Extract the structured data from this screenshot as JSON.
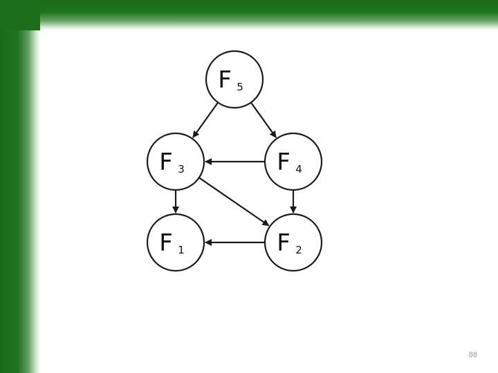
{
  "slide": {
    "page_number": "88",
    "frame_color": "#1a6b1a"
  },
  "diagram": {
    "nodes": [
      {
        "id": "F5",
        "letter": "F",
        "sub": "5"
      },
      {
        "id": "F3",
        "letter": "F",
        "sub": "3"
      },
      {
        "id": "F4",
        "letter": "F",
        "sub": "4"
      },
      {
        "id": "F1",
        "letter": "F",
        "sub": "1"
      },
      {
        "id": "F2",
        "letter": "F",
        "sub": "2"
      }
    ],
    "edges": [
      {
        "from": "F5",
        "to": "F3"
      },
      {
        "from": "F5",
        "to": "F4"
      },
      {
        "from": "F4",
        "to": "F3"
      },
      {
        "from": "F3",
        "to": "F1"
      },
      {
        "from": "F3",
        "to": "F2"
      },
      {
        "from": "F4",
        "to": "F2"
      },
      {
        "from": "F2",
        "to": "F1"
      }
    ]
  }
}
